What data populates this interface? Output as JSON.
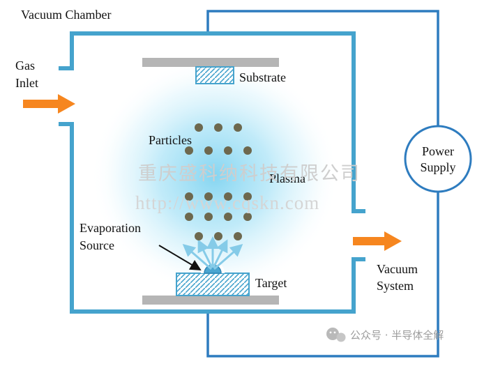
{
  "diagram": {
    "vacuum_chamber_label": "Vacuum Chamber",
    "gas_inlet": {
      "line1": "Gas",
      "line2": "Inlet"
    },
    "substrate_label": "Substrate",
    "particles_label": "Particles",
    "plasma_label": "Plasma",
    "evaporation_source": {
      "line1": "Evaporation",
      "line2": "Source"
    },
    "target_label": "Target",
    "power_supply": {
      "line1": "Power",
      "line2": "Supply"
    },
    "vacuum_system": {
      "line1": "Vacuum",
      "line2": "System"
    }
  },
  "watermark": {
    "company": "重庆盛科纳科技有限公司",
    "url": "http://www.cqskn.com"
  },
  "footer": {
    "caption": "公众号 · 半导体全解"
  },
  "colors": {
    "chamber_blue": "#45a3cd",
    "circuit_blue": "#2e7cbf",
    "arrow_orange": "#f6861f",
    "bar_gray": "#b5b5b5",
    "particle_olive": "#6d684e",
    "plasma_cyan": "#86d7f2",
    "sputter_light_blue": "#85cbe8"
  }
}
